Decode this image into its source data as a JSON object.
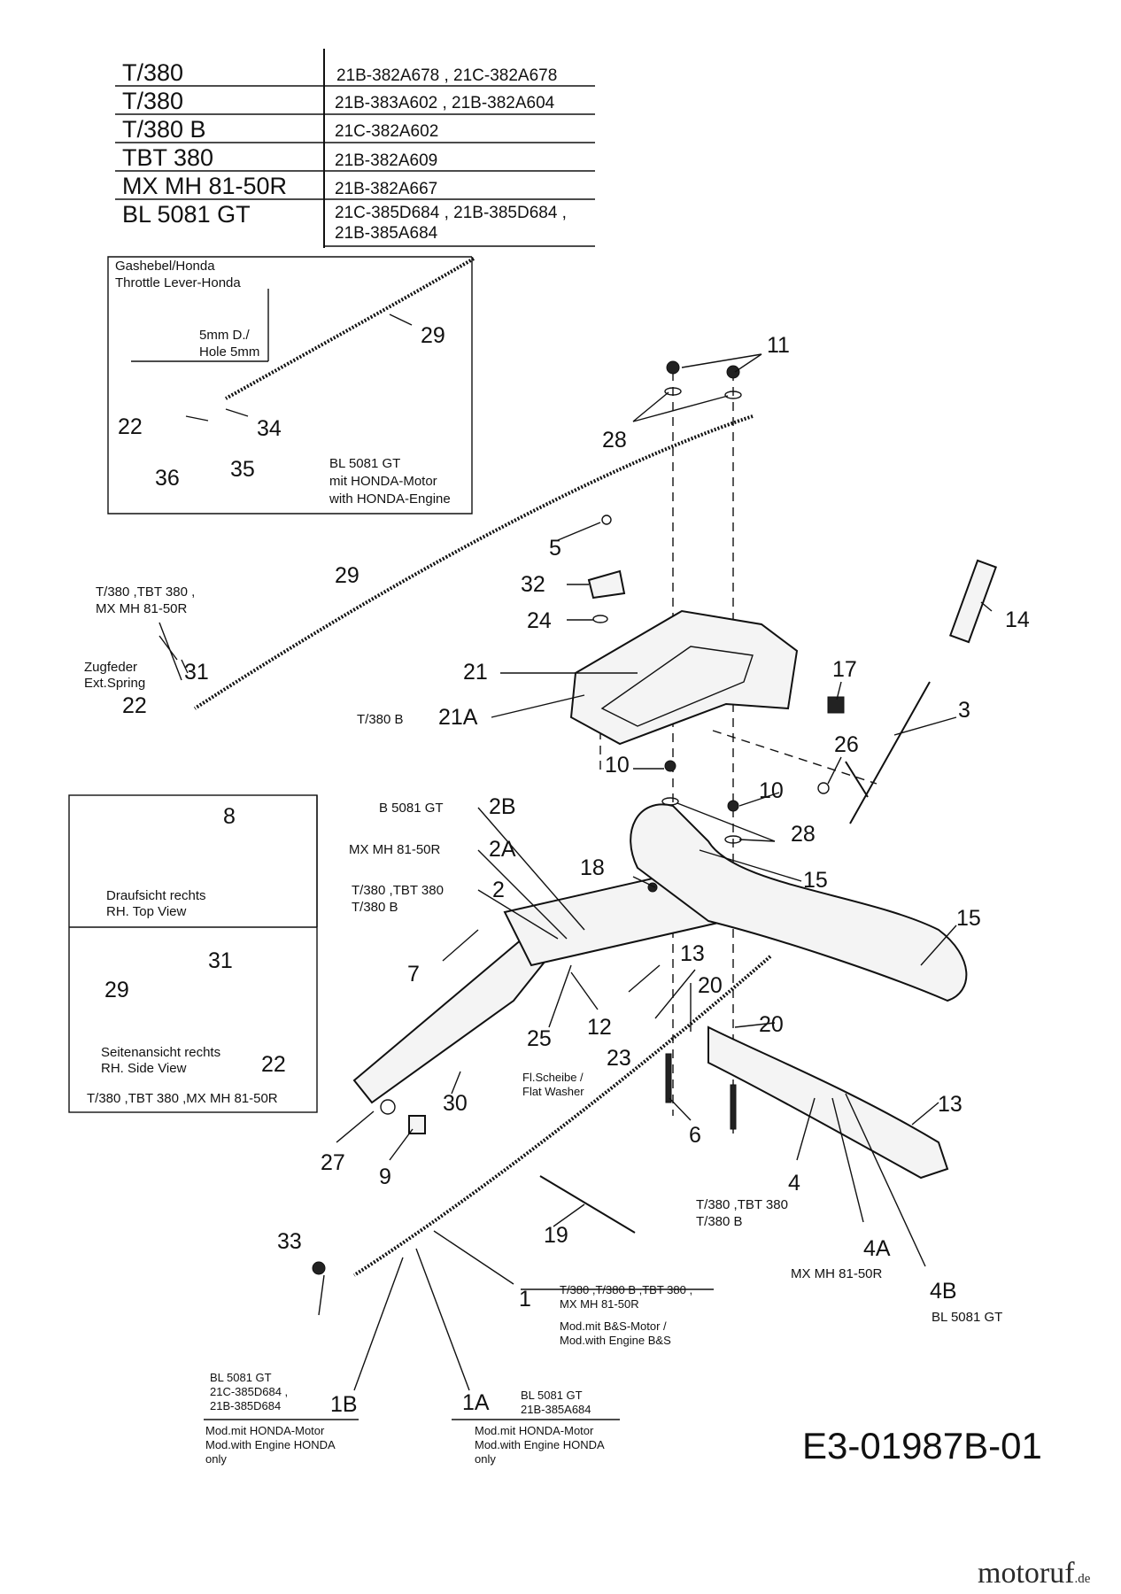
{
  "model_table": [
    {
      "model": "T/380",
      "codes": "21B-382A678  , 21C-382A678"
    },
    {
      "model": "T/380",
      "codes": "21B-383A602 , 21B-382A604"
    },
    {
      "model": "T/380 B",
      "codes": "21C-382A602"
    },
    {
      "model": "TBT 380",
      "codes": "21B-382A609"
    },
    {
      "model": "MX MH 81-50R",
      "codes": "21B-382A667"
    },
    {
      "model": "BL 5081 GT",
      "codes": "21C-385D684 , 21B-385D684 ,",
      "codes2": "21B-385A684"
    }
  ],
  "inset_honda": {
    "title_de": "Gashebel/Honda",
    "title_en": "Throttle Lever-Honda",
    "hole_de": "5mm D./",
    "hole_en": "Hole 5mm",
    "note1": "BL 5081 GT",
    "note2": "mit HONDA-Motor",
    "note3": "with HONDA-Engine",
    "callouts": [
      "29",
      "22",
      "34",
      "36",
      "35"
    ]
  },
  "inset_top_view": {
    "callout": "8",
    "label_de": "Draufsicht rechts",
    "label_en": "RH. Top View"
  },
  "inset_side_view": {
    "callouts": [
      "31",
      "29",
      "22"
    ],
    "label_de": "Seitenansicht rechts",
    "label_en": "RH. Side View",
    "models": "T/380 ,TBT 380 ,MX MH 81-50R"
  },
  "labels": {
    "spring_models1": "T/380 ,TBT 380 ,",
    "spring_models2": "MX MH 81-50R",
    "spring_de": "Zugfeder",
    "spring_en": "Ext.Spring",
    "t380b": "T/380 B",
    "b5081": "B 5081 GT",
    "mxmh": "MX MH 81-50R",
    "t380_tbt": "T/380  ,TBT 380",
    "t380b_2": "T/380 B",
    "washer_de": "Fl.Scheibe /",
    "washer_en": "Flat Washer",
    "p4_models1": "T/380  ,TBT 380",
    "p4_models2": "T/380 B",
    "p4a_models": "MX MH 81-50R",
    "p4b_models": "BL 5081 GT",
    "p1_models1": "T/380 ,T/380 B ,TBT 380 ,",
    "p1_models2": "MX MH 81-50R",
    "p1_de": "Mod.mit B&S-Motor /",
    "p1_en": "Mod.with Engine B&S",
    "p1b_models1": "BL 5081 GT",
    "p1b_models2": "21C-385D684 ,",
    "p1b_models3": "21B-385D684",
    "p1b_de": "Mod.mit HONDA-Motor",
    "p1b_en": "Mod.with Engine HONDA",
    "p1b_only": "only",
    "p1a_models1": "BL 5081 GT",
    "p1a_models2": "21B-385A684",
    "p1a_de": "Mod.mit HONDA-Motor",
    "p1a_en": "Mod.with Engine HONDA",
    "p1a_only": "only"
  },
  "callouts": {
    "c11": "11",
    "c28a": "28",
    "c29": "29",
    "c5": "5",
    "c32": "32",
    "c24": "24",
    "c14": "14",
    "c21": "21",
    "c21a": "21A",
    "c17": "17",
    "c3": "3",
    "c31": "31",
    "c22": "22",
    "c26": "26",
    "c10a": "10",
    "c10b": "10",
    "c28b": "28",
    "c2b": "2B",
    "c2a": "2A",
    "c2": "2",
    "c18": "18",
    "c15a": "15",
    "c15b": "15",
    "c13a": "13",
    "c7": "7",
    "c20a": "20",
    "c20b": "20",
    "c12": "12",
    "c25": "25",
    "c23": "23",
    "c30": "30",
    "c27": "27",
    "c9": "9",
    "c6": "6",
    "c13b": "13",
    "c4": "4",
    "c19": "19",
    "c4a": "4A",
    "c4b": "4B",
    "c33": "33",
    "c1": "1",
    "c1b": "1B",
    "c1a": "1A"
  },
  "doc_number": "E3-01987B-01",
  "brand": {
    "name": "motoruf",
    "suffix": ".de"
  }
}
